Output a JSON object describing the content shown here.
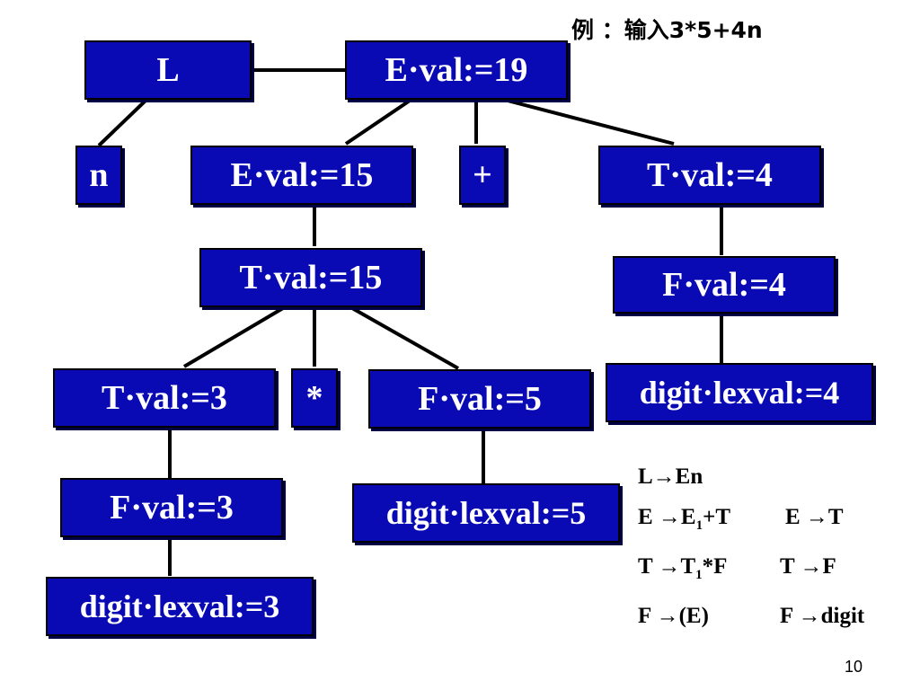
{
  "example": {
    "prefix": "例 ：输入",
    "input": "3*5+4n"
  },
  "nodes": {
    "L": "L",
    "E_root": "E·val:=19",
    "n": "n",
    "E_15": "E·val:=15",
    "plus": "+",
    "T_4": "T·val:=4",
    "T_15": "T·val:=15",
    "F_4": "F·val:=4",
    "T_3": "T·val:=3",
    "star": "*",
    "F_5": "F·val:=5",
    "digit_4": "digit·lexval:=4",
    "F_3": "F·val:=3",
    "digit_5": "digit·lexval:=5",
    "digit_3": "digit·lexval:=3"
  },
  "grammar": {
    "r1": "L→En",
    "r2a_pre": "E →E",
    "r2a_sub": "1",
    "r2a_post": "+T",
    "r2b": "E →T",
    "r3a_pre": "T →T",
    "r3a_sub": "1",
    "r3a_post": "*F",
    "r3b": "T →F",
    "r4a": "F →(E)",
    "r4b": "F →digit"
  },
  "page_number": "10",
  "colors": {
    "node_fill": "#0a0ab4",
    "node_text": "#ffffff",
    "edge": "#000000"
  }
}
